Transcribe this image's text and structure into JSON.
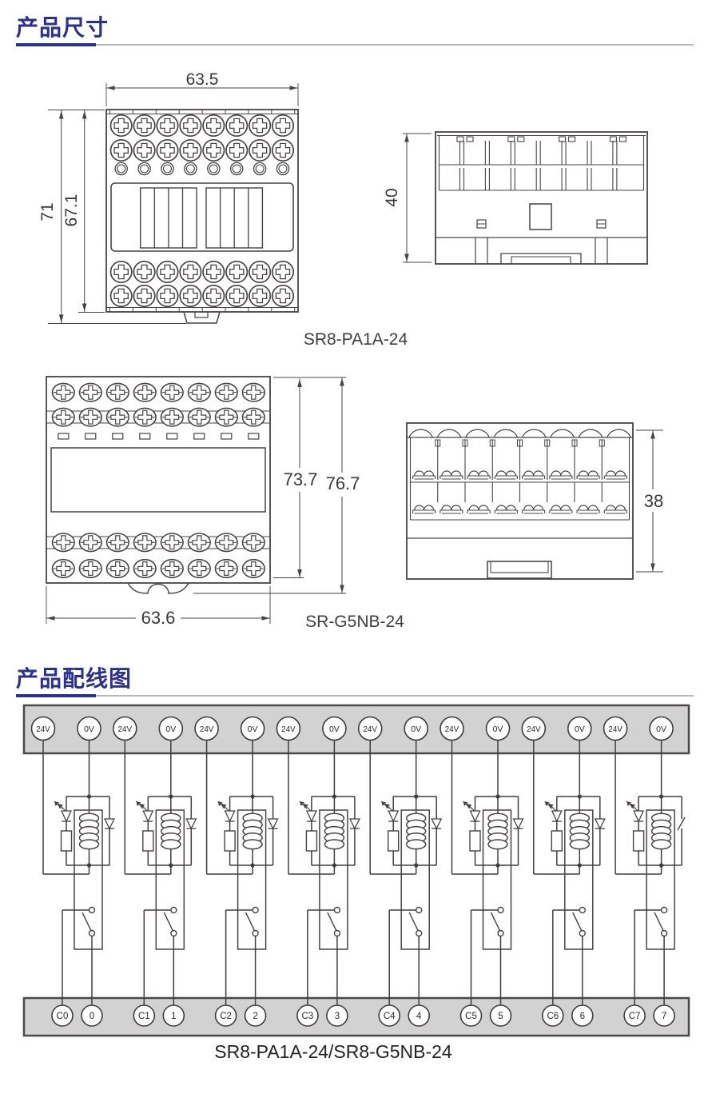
{
  "page": {
    "section1_title": "产品尺寸",
    "section2_title": "产品配线图",
    "accent_color": "#2b2f8f",
    "line_color": "#474343",
    "bar_fill": "#d2d2d2"
  },
  "drawings": {
    "pa1a_front": {
      "label": "SR8-PA1A-24",
      "dim_width": "63.5",
      "dim_height_outer": "71",
      "dim_height_inner": "67.1"
    },
    "pa1a_side": {
      "dim_height": "40"
    },
    "g5nb_front": {
      "label": "SR-G5NB-24",
      "dim_height_inner": "73.7",
      "dim_height_outer": "76.7",
      "dim_width": "63.6"
    },
    "g5nb_side": {
      "dim_depth": "38"
    }
  },
  "wiring": {
    "caption": "SR8-PA1A-24/SR8-G5NB-24",
    "top_terminals": [
      "24V",
      "0V",
      "24V",
      "0V",
      "24V",
      "0V",
      "24V",
      "0V",
      "24V",
      "0V",
      "24V",
      "0V",
      "24V",
      "0V",
      "24V",
      "0V"
    ],
    "bottom_terminals": [
      "C0",
      "0",
      "C1",
      "1",
      "C2",
      "2",
      "C3",
      "3",
      "C4",
      "4",
      "C5",
      "5",
      "C6",
      "6",
      "C7",
      "7"
    ]
  }
}
